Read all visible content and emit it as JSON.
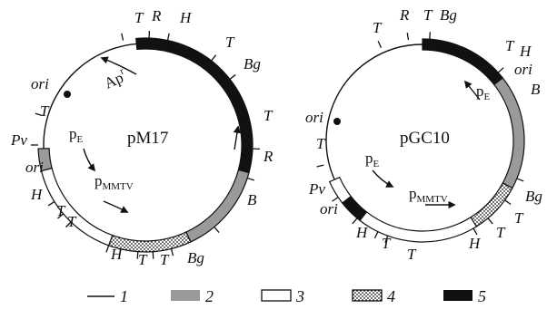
{
  "plasmids": [
    {
      "name": "pM17",
      "promoter_e": "p",
      "promoter_e_sub": "E",
      "promoter_mmtv": "p",
      "promoter_mmtv_sub": "MMTV",
      "resistance": "Ap",
      "resistance_sup": "r",
      "sites": [
        "T",
        "R",
        "H",
        "T",
        "Bg",
        "T",
        "R",
        "B",
        "Bg",
        "T",
        "T",
        "H",
        "T",
        "T",
        "H",
        "ori",
        "Pv",
        "T",
        "ori"
      ]
    },
    {
      "name": "pGC10",
      "promoter_e": "p",
      "promoter_e_sub": "E",
      "promoter_mmtv": "p",
      "promoter_mmtv_sub": "MMTV",
      "sites": [
        "T",
        "R",
        "T",
        "Bg",
        "T",
        "H",
        "ori",
        "B",
        "Bg",
        "T",
        "T",
        "H",
        "T",
        "T",
        "H",
        "ori",
        "Pv",
        "T",
        "ori"
      ]
    }
  ],
  "legend": [
    {
      "num": "1",
      "style": "line"
    },
    {
      "num": "2",
      "style": "gray"
    },
    {
      "num": "3",
      "style": "open"
    },
    {
      "num": "4",
      "style": "dotted"
    },
    {
      "num": "5",
      "style": "black"
    }
  ],
  "colors": {
    "ink": "#111111",
    "gray": "#9a9a9a",
    "paper": "#ffffff"
  }
}
